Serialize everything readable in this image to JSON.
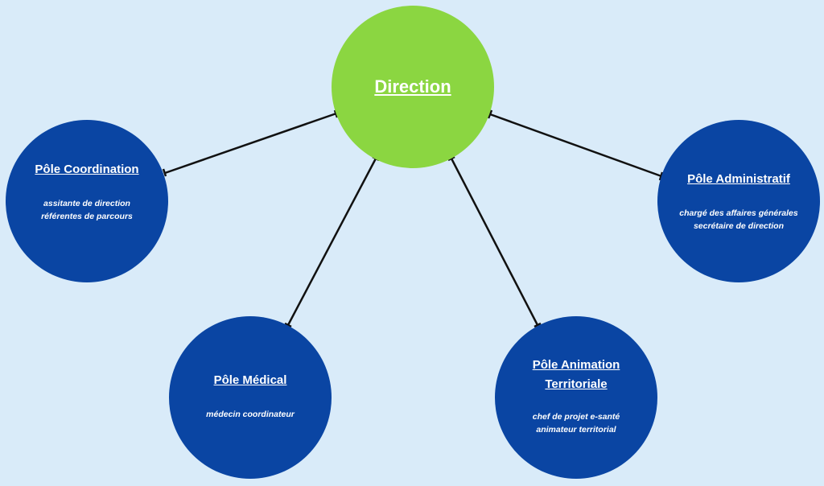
{
  "colors": {
    "background": "#d9ebf9",
    "pole": "#0a45a3",
    "direction": "#8bd641",
    "connector": "#111111"
  },
  "direction": {
    "title": "Direction"
  },
  "poles": [
    {
      "title": "Pôle Coordination",
      "lines": [
        "assitante de direction",
        "référentes de parcours"
      ]
    },
    {
      "title": "Pôle Administratif",
      "lines": [
        "chargé des affaires générales",
        "secrétaire de direction"
      ]
    },
    {
      "title": "Pôle Médical",
      "lines": [
        "médecin coordinateur"
      ]
    },
    {
      "title": "Pôle Animation Territoriale",
      "lines": [
        "chef de projet e-santé",
        "animateur territorial"
      ]
    }
  ]
}
